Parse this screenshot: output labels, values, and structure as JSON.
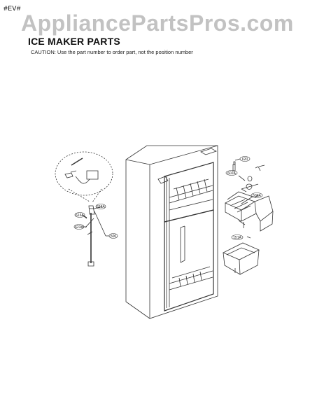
{
  "header": {
    "revision": "#EV#",
    "watermark": "AppliancePartsPros.com",
    "title": "ICE MAKER PARTS",
    "caution": "CAUTION: Use the part number to order part, not the position number"
  },
  "callouts": {
    "c620": "620",
    "c602a": "602A",
    "c500a": "500A",
    "c151a": "151A",
    "c615": "615A",
    "c616": "616A",
    "c623": "623A",
    "c500": "500"
  },
  "colors": {
    "line": "#333333",
    "watermark": "#b8b8b8"
  },
  "icons": {
    "refrigerator": "refrigerator-drawing",
    "icemaker": "ice-maker-drawing",
    "bin": "ice-bin-drawing",
    "tube": "fill-tube-drawing"
  }
}
